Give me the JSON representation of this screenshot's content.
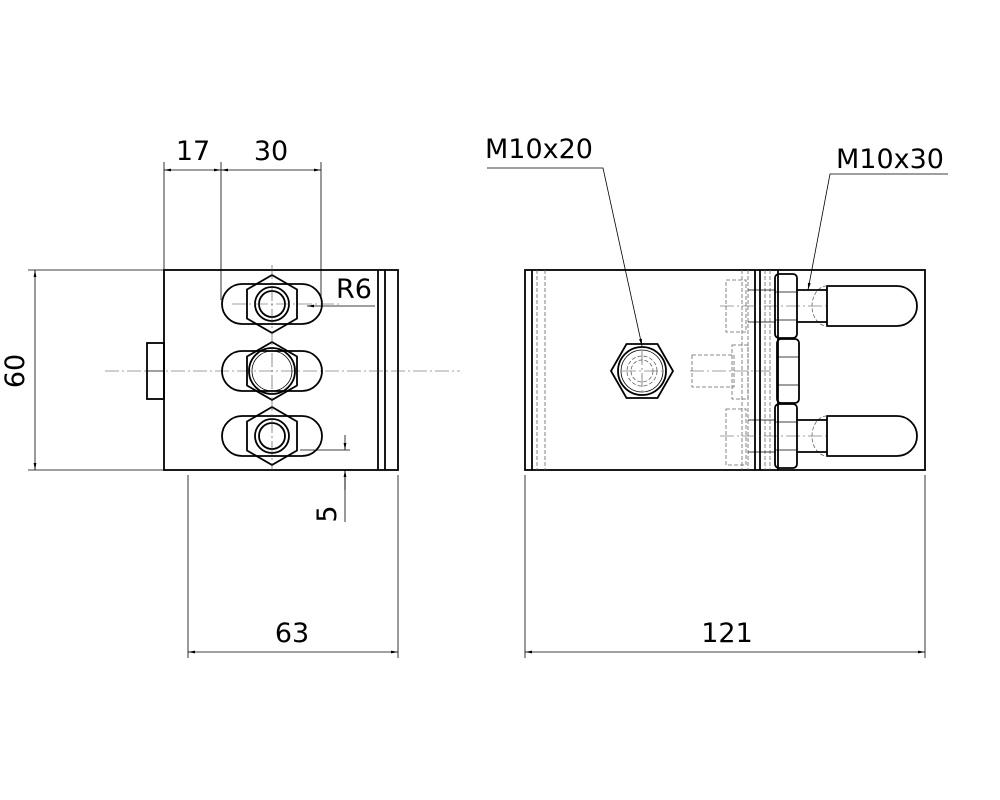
{
  "front_view": {
    "dimensions": {
      "offset_17": "17",
      "spacing_30": "30",
      "height_60": "60",
      "width_63": "63",
      "edge_5": "5",
      "radius": "R6"
    }
  },
  "side_view": {
    "dimensions": {
      "length_121": "121"
    },
    "callouts": {
      "bolt_m10x20": "M10x20",
      "bolt_m10x30": "M10x30"
    }
  }
}
